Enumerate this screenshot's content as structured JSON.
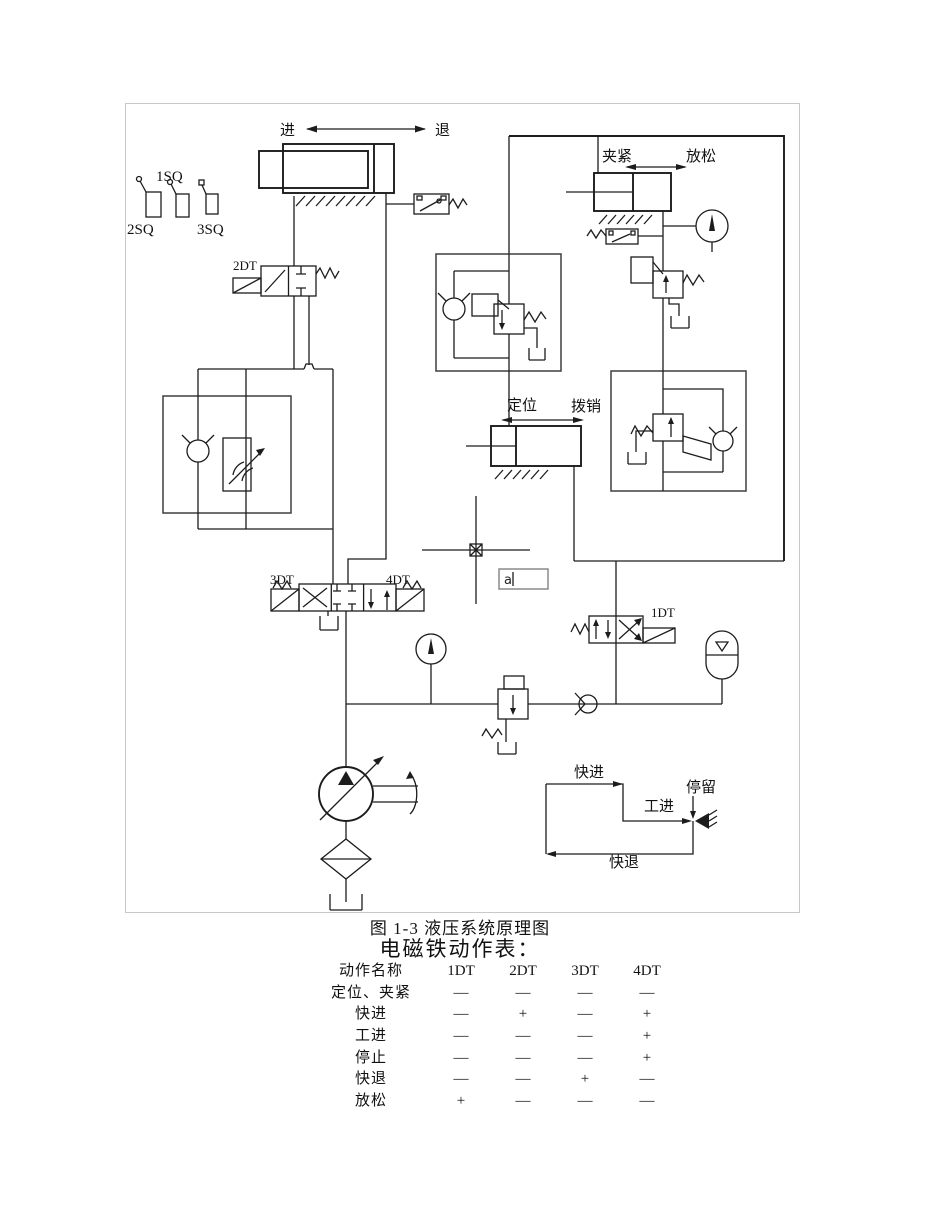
{
  "figure": {
    "caption": "图 1-3 液压系统原理图",
    "table_title": "电磁铁动作表："
  },
  "diagram": {
    "labels": {
      "advance": "进",
      "retreat": "退",
      "sq1": "1SQ",
      "sq2": "2SQ",
      "sq3": "3SQ",
      "dt1": "1DT",
      "dt2": "2DT",
      "dt3": "3DT",
      "dt4": "4DT",
      "clamp": "夹紧",
      "release": "放松",
      "position": "定位",
      "pull_pin": "拨销",
      "cad_input": "a",
      "rapid_advance": "快进",
      "work_feed": "工进",
      "dwell": "停留",
      "rapid_return": "快退"
    }
  },
  "table": {
    "headers": [
      "动作名称",
      "1DT",
      "2DT",
      "3DT",
      "4DT"
    ],
    "rows": [
      {
        "label": "定位、夹紧",
        "values": [
          "—",
          "—",
          "—",
          "—"
        ]
      },
      {
        "label": "快进",
        "values": [
          "—",
          "+",
          "—",
          "+"
        ]
      },
      {
        "label": "工进",
        "values": [
          "—",
          "—",
          "—",
          "+"
        ]
      },
      {
        "label": "停止",
        "values": [
          "—",
          "—",
          "—",
          "+"
        ]
      },
      {
        "label": "快退",
        "values": [
          "—",
          "—",
          "+",
          "—"
        ]
      },
      {
        "label": "放松",
        "values": [
          "+",
          "—",
          "—",
          "—"
        ]
      }
    ]
  },
  "colors": {
    "line": "#1c1c1c",
    "figure_border": "#c9c9c9",
    "box": "#3f3f3f"
  }
}
